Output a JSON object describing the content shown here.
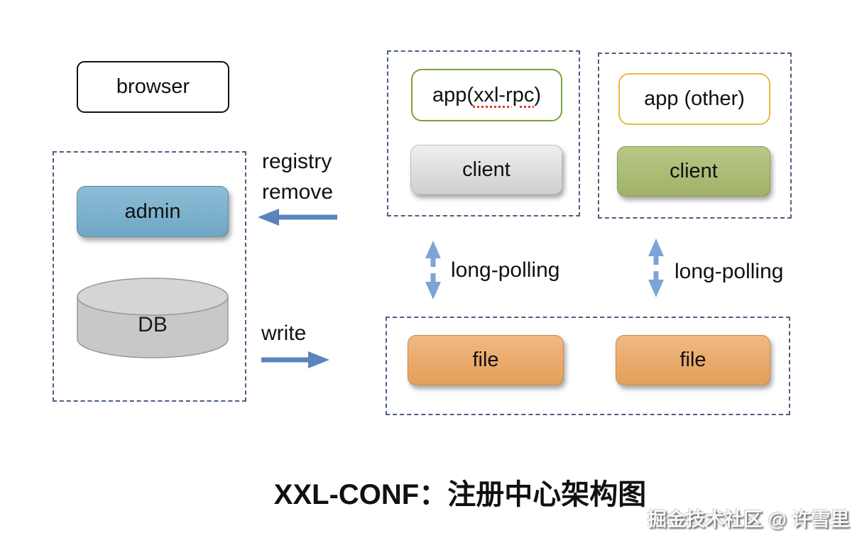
{
  "diagram": {
    "title": "XXL-CONF：注册中心架构图",
    "watermark": "掘金技术社区 @ 许雪里",
    "browser": {
      "label": "browser"
    },
    "admin_group": {
      "admin_label": "admin",
      "db_label": "DB"
    },
    "flow_labels": {
      "registry_line1": "registry",
      "registry_line2": "remove",
      "write": "write"
    },
    "app_xxl_group": {
      "app_prefix": "app(",
      "app_highlight": "xxl-rpc",
      "app_suffix": ")",
      "client_label": "client",
      "long_polling_label": "long-polling"
    },
    "app_other_group": {
      "app_label": "app (other)",
      "client_label": "client",
      "long_polling_label": "long-polling"
    },
    "file_group": {
      "file_left_label": "file",
      "file_right_label": "file"
    },
    "colors": {
      "admin_fill": "#75afce",
      "client_gray_fill": "#dcdcdc",
      "client_olive_fill": "#a8bc6d",
      "file_fill": "#eda55e",
      "app_xxl_border": "#7aa23d",
      "app_other_border": "#e8b93c",
      "dashed_border": "#4a6080",
      "arrow": "#5b84bd",
      "arrow_vertical": "#7ea3d7",
      "underline": "#d93a2a",
      "db_body": "#c8c8c8",
      "db_top": "#d5d5d5",
      "db_stroke": "#989898"
    }
  }
}
